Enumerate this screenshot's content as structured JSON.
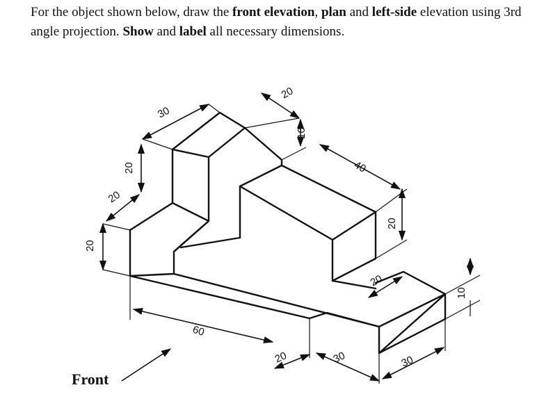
{
  "instructions": {
    "t1": "For the object shown below, draw the ",
    "b1": "front elevation",
    "t2": ", ",
    "b2": "plan",
    "t3": " and ",
    "b3": "left-side",
    "t4": " elevation using 3rd angle projection. ",
    "b4": "Show",
    "t5": " and ",
    "b5": "label",
    "t6": " all necessary dimensions."
  },
  "front_label": "Front",
  "dimensions": {
    "top_width": "30",
    "top_depth": "20",
    "step_height": "10",
    "upper_step": "20",
    "left_depth": "20",
    "left_height": "20",
    "block_length": "40",
    "block_height": "20",
    "block_offset": "20",
    "base_length": "60",
    "front_notch": "20",
    "front_30": "30",
    "right_30": "30",
    "right_height": "10"
  },
  "colors": {
    "outline": "#111111",
    "dimension": "#5a1f1f"
  }
}
